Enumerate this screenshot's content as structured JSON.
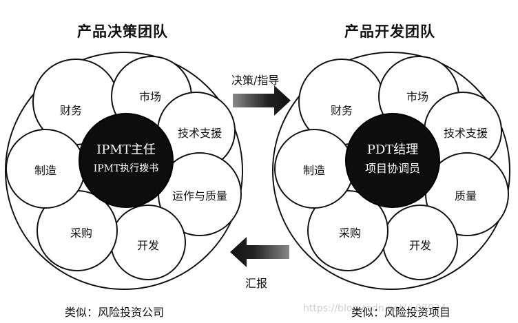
{
  "left_team": {
    "title": "产品决策团队",
    "center": [
      "IPMT主任",
      "IPMT执行拨书"
    ],
    "members": [
      "财务",
      "市场",
      "技术支援",
      "运作与质量",
      "开发",
      "采购",
      "制造"
    ],
    "caption": "类似：风险投资公司"
  },
  "right_team": {
    "title": "产品开发团队",
    "center": [
      "PDT结理",
      "项目协调员"
    ],
    "members": [
      "财务",
      "市场",
      "技术支援",
      "质量",
      "开发",
      "采购",
      "制造"
    ],
    "caption": "类似：风险投资项目"
  },
  "arrows": {
    "top_label": "决策/指导",
    "bottom_label": "汇报"
  },
  "watermark": "https://blog.csdn.net/...07924",
  "colors": {
    "stroke": "#111111",
    "center_fill": "#0d0d0d",
    "center_text": "#ffffff",
    "arrow_fill": "#1a1a1a"
  }
}
